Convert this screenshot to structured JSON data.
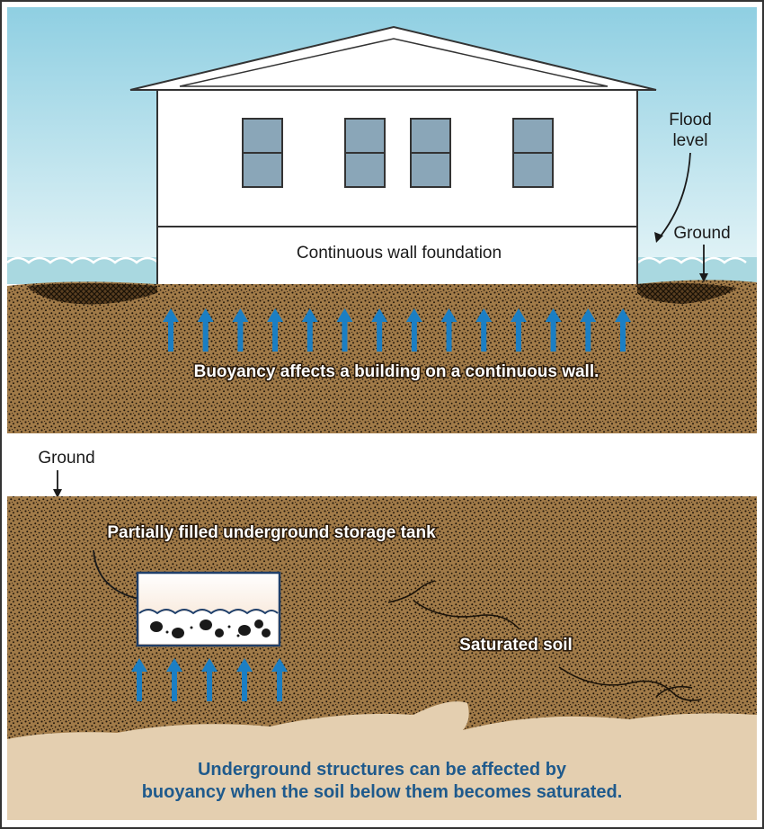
{
  "top_panel": {
    "foundation_label": "Continuous wall foundation",
    "flood_label_line1": "Flood",
    "flood_label_line2": "level",
    "ground_label": "Ground",
    "caption": "Buoyancy affects a building on a continuous wall.",
    "arrow_count": 14
  },
  "bottom_panel": {
    "ground_label": "Ground",
    "tank_label": "Partially filled underground storage tank",
    "soil_label": "Saturated soil",
    "arrow_count": 5,
    "caption_line1": "Underground structures can be affected by",
    "caption_line2": "buoyancy when the soil below them becomes saturated."
  },
  "colors": {
    "sky": "#bfe3ec",
    "water": "#a9d8e0",
    "soil": "#a07a48",
    "bedrock": "#e4cfb0",
    "arrow": "#1b7fc4",
    "caption_blue": "#1f5a8c"
  },
  "icons": [
    "upward-arrow-icon",
    "pointer-arrow-icon"
  ]
}
